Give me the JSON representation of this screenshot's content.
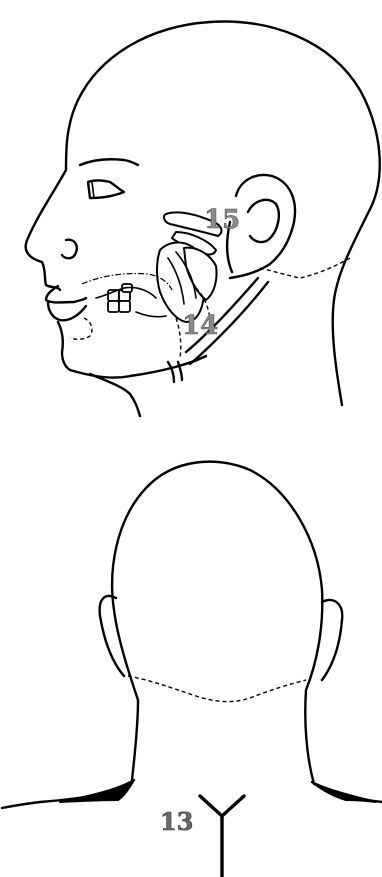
{
  "labels": {
    "point_15": "15",
    "point_14": "14",
    "point_13": "13"
  },
  "colors": {
    "line": "#000000",
    "label_fill": "#8a8a8a",
    "background": "#ffffff"
  }
}
